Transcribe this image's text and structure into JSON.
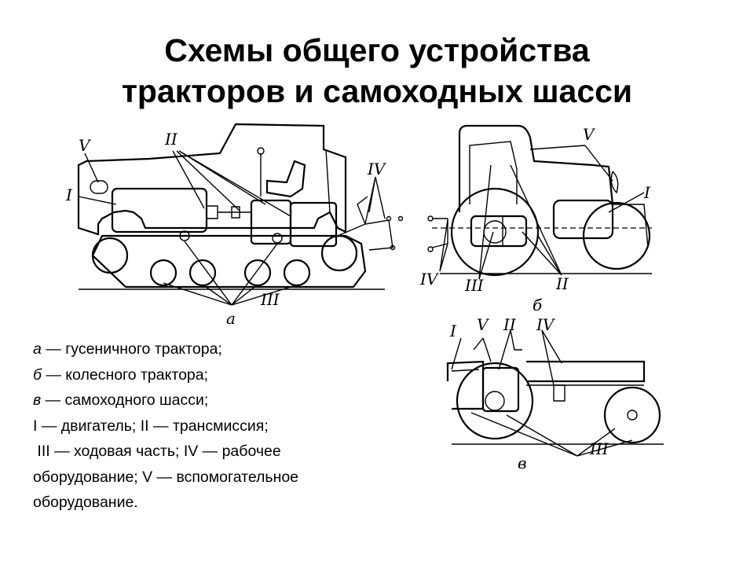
{
  "slide": {
    "title_line1": "Схемы общего устройства",
    "title_line2": "тракторов и самоходных шасси"
  },
  "figure_a": {
    "caption": "а",
    "label_I": "I",
    "label_II": "II",
    "label_III": "III",
    "label_IV": "IV",
    "label_V": "V"
  },
  "figure_b": {
    "caption": "б",
    "label_I": "I",
    "label_II": "II",
    "label_III": "III",
    "label_IV": "IV",
    "label_V": "V"
  },
  "figure_c": {
    "caption": "в",
    "label_I": "I",
    "label_II": "II",
    "label_III": "III",
    "label_IV": "IV",
    "label_V": "V"
  },
  "legend": {
    "a_letter": "а",
    "a_text": " — гусеничного трактора;",
    "b_letter": "б",
    "b_text": " — колесного трактора;",
    "c_letter": "в",
    "c_text": " — самоходного шасси;",
    "line4": "I — двигатель; II — трансмиссия;",
    "line5": " III — ходовая часть; IV — рабочее",
    "line6": "оборудование; V — вспомогательное",
    "line7": "оборудование."
  }
}
